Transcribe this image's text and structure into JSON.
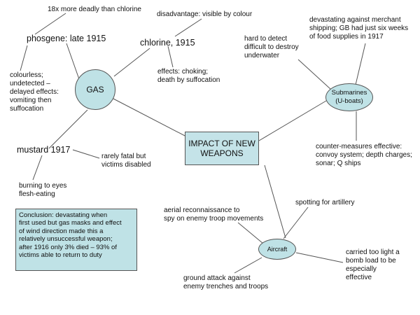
{
  "center": "IMPACT OF NEW\nWEAPONS",
  "gas": {
    "label": "GAS",
    "phosgene": "phosgene: late 1915",
    "phosgene_deadly": "18x more deadly than chlorine",
    "phosgene_colourless": "colourless;\nundetected –\ndelayed effects:\nvomiting then\nsuffocation",
    "chlorine": "chlorine, 1915",
    "chlorine_disadvantage": "disadvantage: visible by colour",
    "chlorine_effects": "effects: choking;\ndeath by suffocation",
    "mustard": "mustard 1917",
    "mustard_fatal": "rarely fatal but\nvictims disabled",
    "mustard_burning": "burning to eyes\nflesh-eating"
  },
  "submarines": {
    "label": "Submarines\n(U-boats)",
    "devastating": "devastating against merchant\nshipping; GB had just six weeks\nof food supplies in 1917",
    "hard_detect": "hard to detect\ndifficult to destroy\nunderwater",
    "countermeasures": "counter-measures effective:\nconvoy system; depth charges;\nsonar; Q ships"
  },
  "aircraft": {
    "label": "Aircraft",
    "recon": "aerial reconnaissance to\nspy on enemy troop movements",
    "spotting": "spotting for artillery",
    "bomb": "carried too light a\nbomb load to be\nespecially\neffective",
    "ground": "ground attack against\nenemy trenches and troops"
  },
  "conclusion": "Conclusion: devastating when\nfirst used but gas masks and effect\nof wind direction made this a\nrelatively unsuccessful weapon;\nafter 1916 only 3% died – 93% of\nvictims able to return to duty"
}
